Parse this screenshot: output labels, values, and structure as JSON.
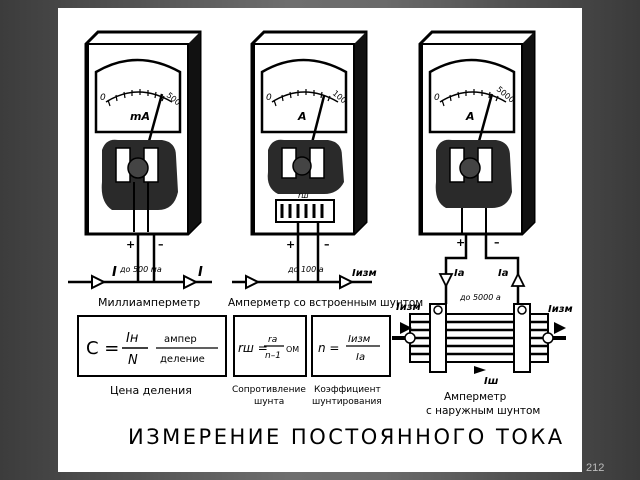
{
  "slide_number": "212",
  "title": "ИЗМЕРЕНИЕ ПОСТОЯННОГО ТОКА",
  "meters": [
    {
      "scale_zero": "0",
      "scale_max": "500",
      "unit": "mA",
      "terminal_plus": "+",
      "terminal_minus": "–",
      "range": "до 500 ма",
      "current_left": "I",
      "current_right": "I",
      "caption": "Миллиамперметр"
    },
    {
      "scale_zero": "0",
      "scale_max": "100",
      "unit": "A",
      "shunt_label": "rш",
      "terminal_plus": "+",
      "terminal_minus": "–",
      "range": "до 100 а",
      "current_right": "Iизм",
      "caption": "Амперметр со встроенным шунтом"
    },
    {
      "scale_zero": "0",
      "scale_max": "5000",
      "unit": "A",
      "terminal_plus": "+",
      "terminal_minus": "–",
      "current_a_left": "Iа",
      "current_a_right": "Iа",
      "range": "до 5000 а",
      "current_in": "Iизм",
      "current_out": "Iизм",
      "shunt_current": "Iш",
      "caption": "Амперметр",
      "caption2": "с наружным шунтом"
    }
  ],
  "formulas": {
    "division": {
      "lhs": "C =",
      "numerator": "Iн",
      "denominator": "N",
      "unit_top": "ампер",
      "unit_bottom": "деление",
      "caption": "Цена деления"
    },
    "shunt_resistance": {
      "lhs": "rш =",
      "numerator": "rа",
      "denominator": "n–1",
      "unit": "ОМ",
      "caption": "Сопротивление",
      "caption2": "шунта"
    },
    "shunt_ratio": {
      "lhs": "n =",
      "numerator": "Iизм",
      "denominator": "Iа",
      "caption": "Коэффициент",
      "caption2": "шунтирования"
    }
  }
}
